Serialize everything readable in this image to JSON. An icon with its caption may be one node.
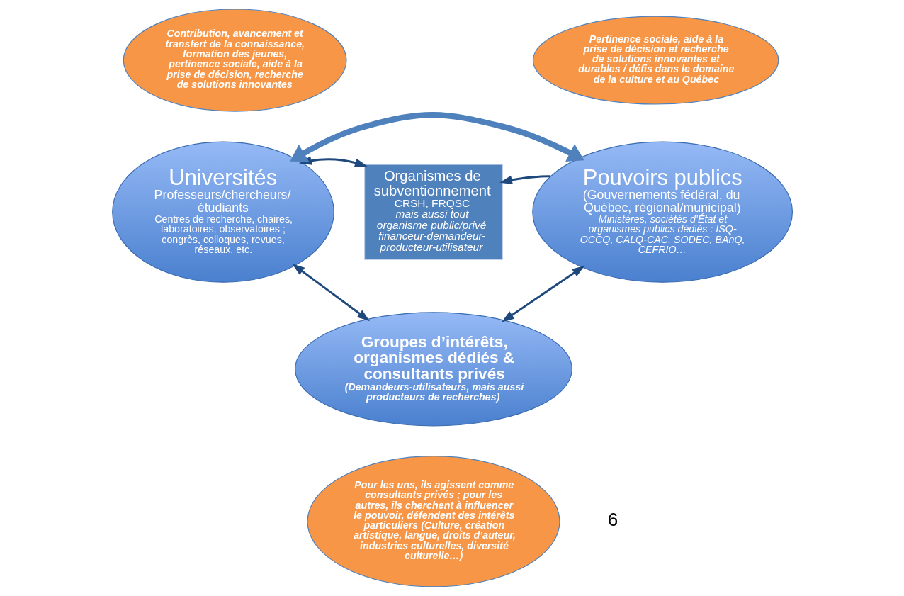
{
  "diagram": {
    "nodes": [
      {
        "text": [
          "Contribution, avancement et transfert de la connaissance, formation des jeunes, pertinence sociale, aide à la prise de décision, recherche de solutions innovantes"
        ]
      },
      {
        "text": [
          "Universités",
          "Professeurs/chercheurs/ étudiants",
          "Centres de recherche, chaires, laboratoires, observatoires ; congrès, colloques, revues, réseaux, etc."
        ]
      },
      {
        "text": [
          "Organismes de subventionnement",
          "CRSH, FRQSC",
          "mais aussi tout organisme public/privé financeur-demandeur-producteur-utilisateur"
        ]
      },
      {
        "text": [
          "Pertinence sociale, aide à la prise de décision et recherche de solutions innovantes et durables / défis dans le domaine de la culture et au Québec"
        ]
      },
      {
        "text": [
          "Pouvoirs publics",
          "(Gouvernements fédéral, du Québec, régional/municipal)",
          "Ministères, sociétés d’État et organismes publics dédiés : ISQ-OCCQ, CALQ-CAC, SODEC, BAnQ, CEFRIO…"
        ]
      },
      {
        "text": [
          "Groupes d’intérêts, organismes dédiés & consultants privés",
          "(Demandeurs-utilisateurs, mais aussi producteurs de recherches)"
        ]
      },
      {
        "text": [
          "Pour les uns, ils agissent comme consultants privés ; pour les autres, ils cherchent à influencer le pouvoir, défendent des intérêts particuliers (Culture, création artistique, langue, droits d’auteur, industries culturelles, diversité culturelle…)"
        ]
      }
    ],
    "edges": [
      {
        "from": 1,
        "to": 4,
        "arrow": "both",
        "style": "thick",
        "color": "#4f81bd"
      },
      {
        "from": 1,
        "to": 2,
        "arrow": "both"
      },
      {
        "from": 4,
        "to": 2,
        "arrow": "to"
      },
      {
        "from": 1,
        "to": 5,
        "arrow": "both"
      },
      {
        "from": 5,
        "to": 4,
        "arrow": "both"
      }
    ],
    "labels": [
      "6"
    ]
  }
}
